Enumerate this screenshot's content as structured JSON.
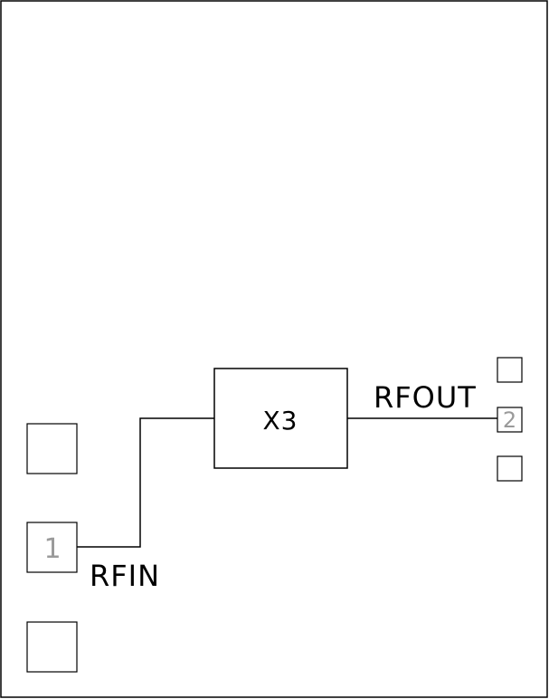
{
  "diagram": {
    "block_label": "X3",
    "input_net_label": "RFIN",
    "output_net_label": "RFOUT",
    "input_pin_number": "1",
    "output_pin_number": "2"
  },
  "colors": {
    "line": "#000000",
    "background": "#ffffff",
    "pin_number": "#9a9a9a"
  }
}
